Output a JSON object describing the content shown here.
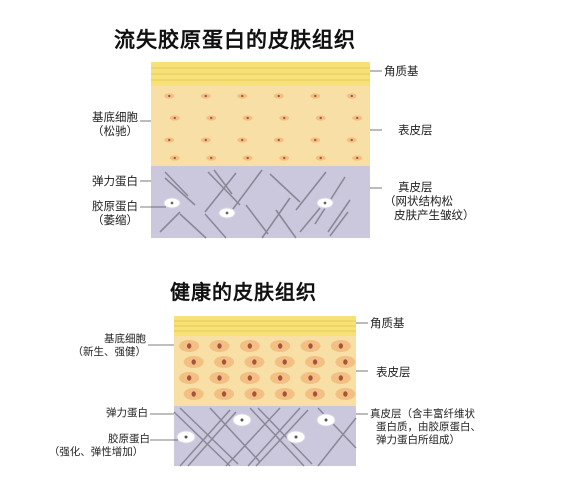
{
  "diagrams": {
    "loss": {
      "title": "流失胶原蛋白的皮肤组织",
      "left_labels": {
        "basal_cell": "基底细胞",
        "basal_cell_state": "（松驰）",
        "elastin": "弹力蛋白",
        "collagen": "胶原蛋白",
        "collagen_state": "（萎缩）"
      },
      "right_labels": {
        "stratum_corneum": "角质基",
        "epidermis": "表皮层",
        "dermis": "真皮层",
        "dermis_note_1": "（网状结构松",
        "dermis_note_2": "皮肤产生皱纹）"
      }
    },
    "healthy": {
      "title": "健康的皮肤组织",
      "left_labels": {
        "basal_cell": "基底细胞",
        "basal_cell_state": "（新生、强健）",
        "elastin": "弹力蛋白",
        "collagen": "胶原蛋白",
        "collagen_state": "（强化、弹性增加）"
      },
      "right_labels": {
        "stratum_corneum": "角质基",
        "epidermis": "表皮层",
        "dermis_note_1": "真皮层（含丰富纤维状",
        "dermis_note_2": "蛋白质，由胶原蛋白、",
        "dermis_note_3": "弹力蛋白所组成）"
      }
    }
  },
  "colors": {
    "corneum": "#f7e27a",
    "corneum_stripe": "#ead05e",
    "epidermis": "#f8dfa6",
    "dermis": "#cbc8dd",
    "fiber": "#8a8898",
    "cell": "#f3bf82",
    "nucleus": "#a4553d"
  }
}
